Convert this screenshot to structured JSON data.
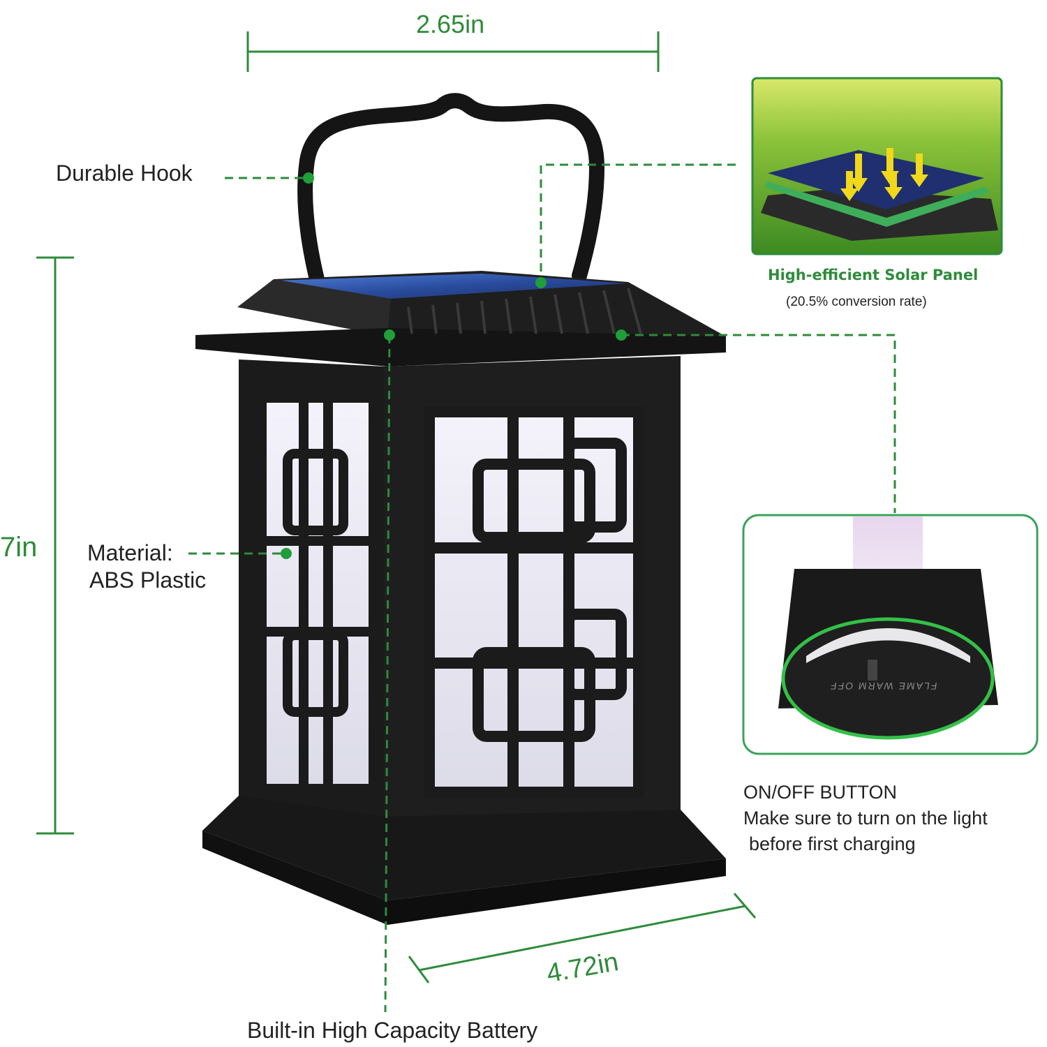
{
  "dimensions": {
    "width_label": "2.65in",
    "height_label": "7in",
    "depth_label": "4.72in"
  },
  "callouts": {
    "hook": "Durable Hook",
    "material_line1": "Material:",
    "material_line2": "ABS Plastic",
    "battery": "Built-in High Capacity Battery",
    "solar_title": "High-efficient Solar Panel",
    "solar_sub": "(20.5% conversion rate)",
    "button_title": "ON/OFF BUTTON",
    "button_line1": "Make sure to turn on the light",
    "button_line2": "before first charging"
  },
  "colors": {
    "accent_green": "#2e8b3a",
    "lantern_black": "#1c1c1c",
    "solar_blue": "#2b4fa0",
    "glow_white": "#f1f1f6"
  },
  "inset_button_text": "FLAME WARM OFF"
}
